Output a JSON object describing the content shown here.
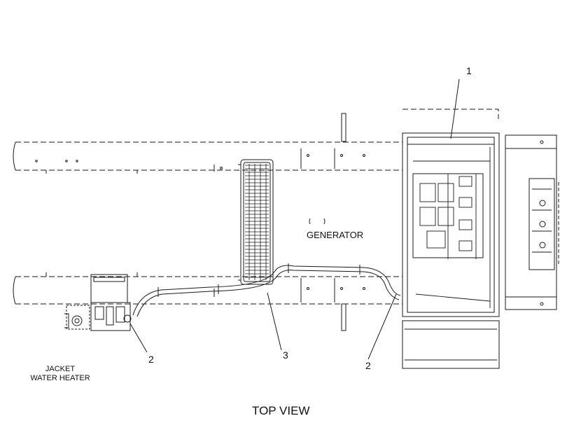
{
  "labels": {
    "generator": "GENERATOR",
    "jacket_line1": "JACKET",
    "jacket_line2": "WATER HEATER",
    "top_view": "TOP VIEW"
  },
  "callouts": [
    "1",
    "2",
    "3",
    "2"
  ],
  "colors": {
    "line": "#1a1a1a",
    "background": "#ffffff"
  }
}
